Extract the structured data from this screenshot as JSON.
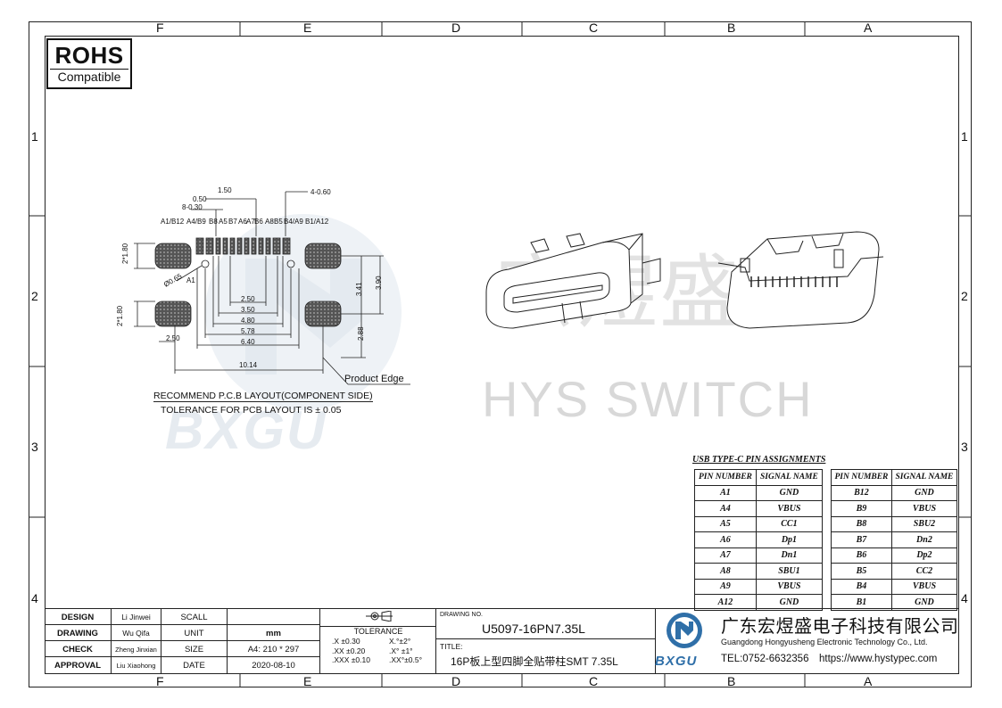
{
  "zones": {
    "top": [
      "F",
      "E",
      "D",
      "C",
      "B",
      "A"
    ],
    "bottom": [
      "F",
      "E",
      "D",
      "C",
      "B",
      "A"
    ],
    "left": [
      "1",
      "2",
      "3",
      "4"
    ],
    "right": [
      "1",
      "2",
      "3",
      "4"
    ]
  },
  "rohs": {
    "line1": "ROHS",
    "line2": "Compatible"
  },
  "watermark": {
    "text": "HYS SWITCH",
    "logo": "BXGU",
    "cn": "宏煜盛"
  },
  "pcb": {
    "pin_labels": [
      "A1/B12",
      "A4/B9",
      "B8",
      "A5",
      "B7",
      "A6",
      "A7",
      "B6",
      "A8",
      "B5",
      "B4/A9",
      "B1/A12"
    ],
    "dims": {
      "d050": "0.50",
      "d030": "8-0.30",
      "d150": "1.50",
      "d460": "4-0.60",
      "d180a": "2*1.80",
      "d180b": "2*1.80",
      "d065": "Ø0.65",
      "a1": "A1",
      "d250": "2.50",
      "d350": "3.50",
      "d480": "4.80",
      "d578": "5.78",
      "d640": "6.40",
      "d1014": "10.14",
      "d250l": "2.50",
      "d341": "3.41",
      "d390": "3.90",
      "d288": "2.88"
    },
    "product_edge": "Product Edge",
    "recommend": "RECOMMEND P.C.B LAYOUT(COMPONENT SIDE)",
    "tolerance": "TOLERANCE FOR PCB LAYOUT IS ± 0.05"
  },
  "pin_table": {
    "title": "USB TYPE-C PIN ASSIGNMENTS",
    "headers": [
      "PIN NUMBER",
      "SIGNAL NAME"
    ],
    "left": [
      [
        "A1",
        "GND"
      ],
      [
        "A4",
        "VBUS"
      ],
      [
        "A5",
        "CC1"
      ],
      [
        "A6",
        "Dp1"
      ],
      [
        "A7",
        "Dn1"
      ],
      [
        "A8",
        "SBU1"
      ],
      [
        "A9",
        "VBUS"
      ],
      [
        "A12",
        "GND"
      ]
    ],
    "right": [
      [
        "B12",
        "GND"
      ],
      [
        "B9",
        "VBUS"
      ],
      [
        "B8",
        "SBU2"
      ],
      [
        "B7",
        "Dn2"
      ],
      [
        "B6",
        "Dp2"
      ],
      [
        "B5",
        "CC2"
      ],
      [
        "B4",
        "VBUS"
      ],
      [
        "B1",
        "GND"
      ]
    ]
  },
  "title_block": {
    "rows": [
      {
        "role": "DESIGN",
        "name": "Li Jinwei",
        "key": "SCALL",
        "value": ""
      },
      {
        "role": "DRAWING",
        "name": "Wu Qifa",
        "key": "UNIT",
        "value": "mm"
      },
      {
        "role": "CHECK",
        "name": "Zheng Jinxian",
        "key": "SIZE",
        "value": "A4: 210 * 297"
      },
      {
        "role": "APPROVAL",
        "name": "Liu Xiaohong",
        "key": "DATE",
        "value": "2020-08-10"
      }
    ],
    "tolerance_label": "TOLERANCE",
    "tolerance_lines": [
      [
        ".X  ±0.30",
        "X.°±2°"
      ],
      [
        ".XX  ±0.20",
        ".X° ±1°"
      ],
      [
        ".XXX  ±0.10",
        ".XX°±0.5°"
      ]
    ],
    "drawing_no_label": "DRAWING NO.",
    "drawing_no": "U5097-16PN7.35L",
    "title_label": "TITLE:",
    "title": "16P板上型四脚全贴带柱SMT 7.35L",
    "company_cn": "广东宏煜盛电子科技有限公司",
    "company_en": "Guangdong Hongyusheng Electronic Technology Co., Ltd.",
    "tel": "TEL:0752-6632356",
    "url": "https://www.hystypec.com",
    "logo_text": "BXGU"
  }
}
